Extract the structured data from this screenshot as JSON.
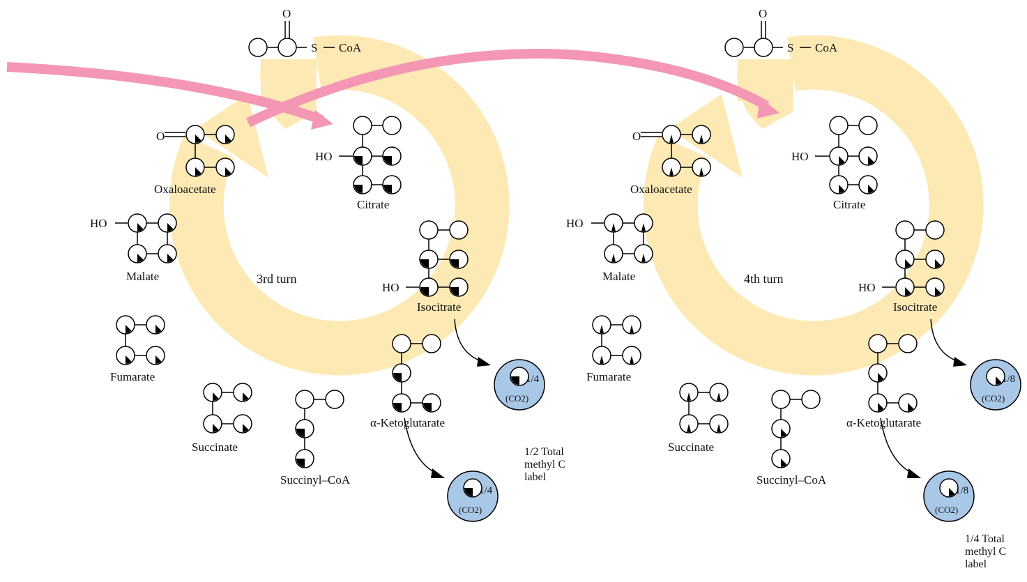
{
  "acetyl_coa": {
    "o": "O",
    "s": "S",
    "coa": "CoA"
  },
  "turn3": {
    "title": "3rd turn",
    "oxaloacetate": "Oxaloacetate",
    "oxaloacetate_o": "O",
    "citrate": "Citrate",
    "citrate_ho": "HO",
    "isocitrate": "Isocitrate",
    "isocitrate_ho": "HO",
    "alpha_kg": "α-Ketoglutarate",
    "succinyl_coa": "Succinyl–CoA",
    "succinate": "Succinate",
    "fumarate": "Fumarate",
    "malate": "Malate",
    "malate_ho": "HO",
    "co2_label": "(CO2)",
    "co2_fraction_1": "1/4",
    "co2_fraction_2": "1/4",
    "total_note": "1/2 Total\nmethyl C\nlabel"
  },
  "turn4": {
    "title": "4th turn",
    "oxaloacetate": "Oxaloacetate",
    "oxaloacetate_o": "O",
    "citrate": "Citrate",
    "citrate_ho": "HO",
    "isocitrate": "Isocitrate",
    "isocitrate_ho": "HO",
    "alpha_kg": "α-Ketoglutarate",
    "succinyl_coa": "Succinyl–CoA",
    "succinate": "Succinate",
    "fumarate": "Fumarate",
    "malate": "Malate",
    "malate_ho": "HO",
    "co2_label": "(CO2)",
    "co2_fraction_1": "1/8",
    "co2_fraction_2": "1/8",
    "total_note": "1/4 Total\nmethyl C\nlabel"
  },
  "colors": {
    "ring": "#fde9b3",
    "arrow": "#f397b4",
    "co2_fill": "#a9c8e8",
    "label": "#000000"
  }
}
